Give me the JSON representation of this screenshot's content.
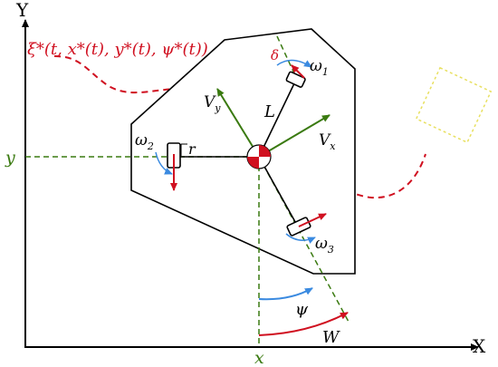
{
  "axes": {
    "x_label": "X",
    "y_label": "Y",
    "x_tick": "x",
    "y_tick": "y"
  },
  "trajectory": {
    "label": "ξ*(t, x*(t), y*(t), ψ*(t))"
  },
  "robot": {
    "velocity_x": "V",
    "velocity_x_sub": "x",
    "velocity_y": "V",
    "velocity_y_sub": "y",
    "arm_length": "L",
    "wheel_radius": "r",
    "steer_angle": "δ",
    "wheel_speeds": [
      {
        "symbol": "ω",
        "sub": "1"
      },
      {
        "symbol": "ω",
        "sub": "2"
      },
      {
        "symbol": "ω",
        "sub": "3"
      }
    ]
  },
  "angles": {
    "heading": "ψ",
    "w": "W"
  },
  "colors": {
    "trajectory": "#d01020",
    "velocity": "#3a7a10",
    "wheel_speed": "#3a8ae0",
    "axis": "#000000",
    "ghost_robot": "#e8e060"
  }
}
